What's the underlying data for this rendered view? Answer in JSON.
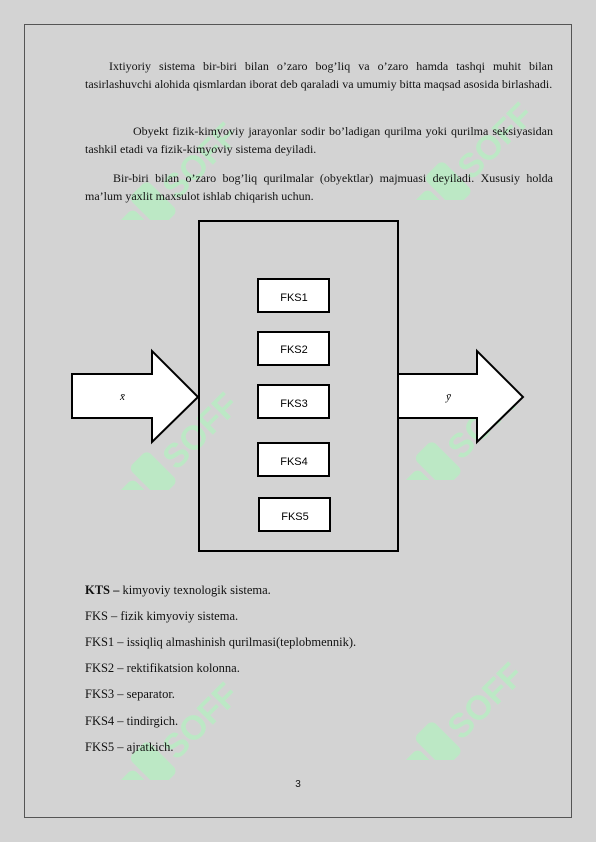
{
  "paragraphs": [
    "Ixtiyoriy sistema bir-biri bilan o’zaro bog’liq va o’zaro hamda tashqi muhit bilan tasirlashuvchi alohida qismlardan iborat deb qaraladi va umumiy  bitta maqsad asosida birlashadi.",
    "Obyekt fizik-kimyoviy jarayonlar sodir bo’ladigan qurilma yoki qurilma seksiyasidan tashkil etadi va fizik-kimyoviy sistema deyiladi.",
    "Bir-biri bilan o’zaro bog’liq qurilmalar (obyektlar) majmuasi deyiladi.  Xususiy holda ma’lum  yaxlit maxsulot ishlab chiqarish uchun."
  ],
  "diagram": {
    "input_label": "x̄",
    "output_label": "ȳ",
    "blocks": [
      "FKS1",
      "FKS2",
      "FKS3",
      "FKS4",
      "FKS5"
    ]
  },
  "legend": [
    {
      "term": "KTS –",
      "desc": " kimyoviy texnologik sistema."
    },
    {
      "term": "",
      "desc": "FKS – fizik kimyoviy sistema."
    },
    {
      "term": "",
      "desc": "FKS1 – issiqliq almashinish qurilmasi(teplobmennik)."
    },
    {
      "term": "",
      "desc": "FKS2 – rektifikatsion kolonna."
    },
    {
      "term": "",
      "desc": "FKS3 – separator."
    },
    {
      "term": "",
      "desc": "FKS4 – tindirgich."
    },
    {
      "term": "",
      "desc": "FKS5 – ajratkich."
    }
  ],
  "page_number": "3",
  "watermark": {
    "text": "SOFF",
    "color": "#b9ecc3",
    "icon": "sof-logo-icon"
  }
}
